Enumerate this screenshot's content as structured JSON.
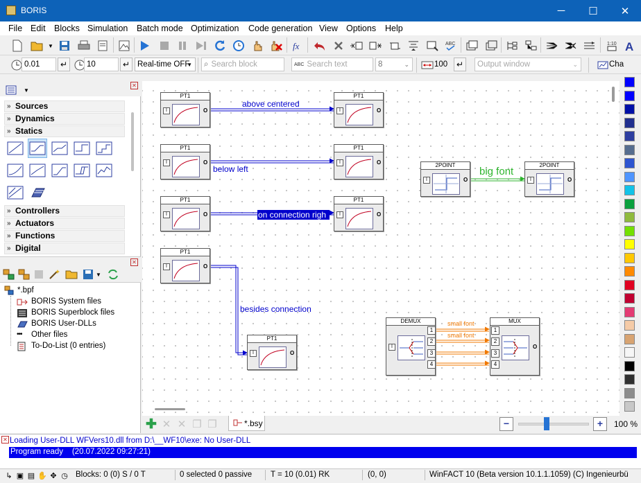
{
  "window": {
    "title": "BORIS",
    "minimize_icon": "minimize-icon",
    "maximize_icon": "maximize-icon",
    "close_icon": "close-icon"
  },
  "menu": [
    "File",
    "Edit",
    "Blocks",
    "Simulation",
    "Batch mode",
    "Optimization",
    "Code generation",
    "View",
    "Options",
    "Help"
  ],
  "toolbar2": {
    "step_value": "0.01",
    "end_time_value": "10",
    "realtime_select": "Real-time OFF",
    "search_block_placeholder": "Search block",
    "search_text_placeholder": "Search text",
    "font_size_value": "8",
    "width_value": "100",
    "output_window_select": "Output window",
    "chart_label": "Cha"
  },
  "library": {
    "categories": [
      {
        "label": "Sources"
      },
      {
        "label": "Dynamics"
      },
      {
        "label": "Statics"
      },
      {
        "label": "Controllers"
      },
      {
        "label": "Actuators"
      },
      {
        "label": "Functions"
      },
      {
        "label": "Digital"
      }
    ]
  },
  "project_tree": {
    "root": "*.bpf",
    "items": [
      "BORIS System files",
      "BORIS Superblock files",
      "BORIS User-DLLs",
      "Other files",
      "To-Do-List (0 entries)"
    ]
  },
  "canvas": {
    "block_names": {
      "pt1": "PT1",
      "two_point": "2POINT",
      "demux": "DEMUX",
      "mux": "MUX"
    },
    "port_in": "I",
    "port_out": "O",
    "labels": {
      "above_centered": "above centered",
      "below_left": "below left",
      "on_connection_right": "on connection righ",
      "besides_connection": "besides connection",
      "big_font": "big font",
      "small_font_1": "small font",
      "small_font_2": "small font"
    },
    "demux_ports": [
      "1",
      "2",
      "3",
      "4"
    ],
    "mux_ports": [
      "1",
      "2",
      "3",
      "4"
    ]
  },
  "tabs": {
    "active_tab": "*.bsy",
    "zoom": "100 %"
  },
  "messages": [
    "Loading User-DLL WFVers10.dll from D:\\__WF10\\exe: No User-DLL",
    "Program ready    (20.07.2022 09:27:21)"
  ],
  "status": {
    "blocks": "Blocks: 0 (0) S / 0 T",
    "selected": "0 selected  0 passive",
    "time": "T = 10  (0.01)  RK",
    "coords": "(0, 0)",
    "version": "WinFACT 10 (Beta version 10.1.1.1059)  (C) Ingenieurbü"
  },
  "colors": {
    "title_bar": "#0d62b8",
    "blue_conn": "#0000cc",
    "green_conn": "#2db52d",
    "orange_conn": "#f07800",
    "message_highlight": "#0000ee"
  },
  "palette_colors": [
    "#0000ff",
    "#0000ff",
    "#0010a8",
    "#21308f",
    "#2e3ea0",
    "#566d8f",
    "#2e55d0",
    "#4f95ff",
    "#12c3e8",
    "#0aa03d",
    "#8fba3d",
    "#74e000",
    "#ffff00",
    "#ffc800",
    "#ff8a00",
    "#e00020",
    "#c00030",
    "#e43b73",
    "#f5cba7",
    "#d8a472",
    "#f6f6f6",
    "#000000",
    "#303030",
    "#8c8c8c",
    "#c8c8c8"
  ]
}
